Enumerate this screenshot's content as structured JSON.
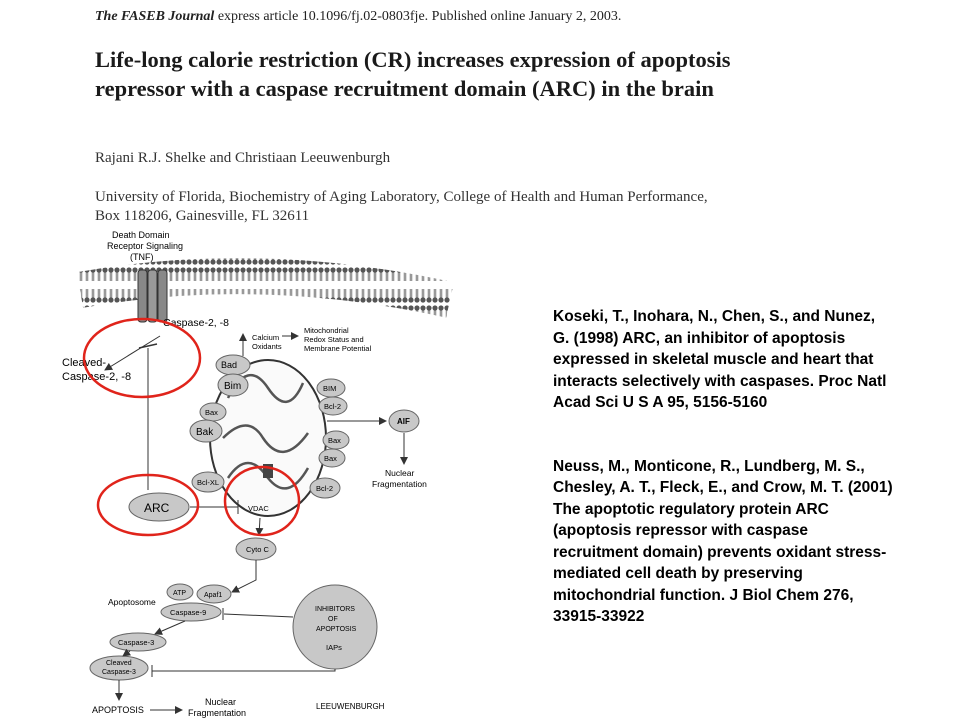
{
  "header": {
    "journal": "The FASEB Journal",
    "rest": " express article 10.1096/fj.02-0803fje. Published online January 2, 2003."
  },
  "title": "Life-long calorie restriction (CR) increases expression of apoptosis repressor with a caspase recruitment domain (ARC) in the brain",
  "authors": "Rajani R.J. Shelke and Christiaan Leeuwenburgh",
  "affiliation": "University of Florida, Biochemistry of Aging Laboratory, College of Health and Human Performance, Box 118206, Gainesville, FL 32611",
  "diagram": {
    "receptor_l1": "Death Domain",
    "receptor_l2": "Receptor Signaling",
    "receptor_l3": "(TNF)",
    "caspase2": "Caspase-2, -8",
    "cleaved_l1": "Cleaved-",
    "cleaved_l2": "Caspase-2, -8",
    "calcium_l1": "Calcium",
    "calcium_l2": "Oxidants",
    "mito_l1": "Mitochondrial",
    "mito_l2": "Redox Status and",
    "mito_l3": "Membrane Potential",
    "bad": "Bad",
    "bim_left": "Bim",
    "bim_right": "BIM",
    "bax1": "Bax",
    "bak": "Bak",
    "bcl2_top": "Bcl-2",
    "bax2": "Bax",
    "bax3": "Bax",
    "aif": "AIF",
    "nuclear1_l1": "Nuclear",
    "nuclear1_l2": "Fragmentation",
    "bclxl": "Bcl-XL",
    "bcl2_bottom": "Bcl-2",
    "arc": "ARC",
    "vdac": "VDAC",
    "cytoc": "Cyto C",
    "atp": "ATP",
    "apaf1": "Apaf1",
    "apoptosome": "Apoptosome",
    "caspase9": "Caspase-9",
    "inhib_l1": "INHIBITORS",
    "inhib_l2": "OF",
    "inhib_l3": "APOPTOSIS",
    "inhib_l4": "IAPs",
    "caspase3": "Caspase-3",
    "cleaved3_l1": "Cleaved",
    "cleaved3_l2": "Caspase-3",
    "apoptosis": "APOPTOSIS",
    "nuclear2_l1": "Nuclear",
    "nuclear2_l2": "Fragmentation",
    "credit": "LEEUWENBURGH"
  },
  "references": [
    "Koseki, T., Inohara, N., Chen, S., and Nunez, G. (1998) ARC, an inhibitor of apoptosis expressed in skeletal muscle and heart that interacts selectively with caspases. Proc Natl Acad Sci U S A 95, 5156-5160",
    "Neuss, M., Monticone, R., Lundberg, M. S., Chesley, A. T., Fleck, E., and Crow, M. T. (2001) The apoptotic regulatory protein ARC (apoptosis repressor with caspase recruitment domain) prevents oxidant stress-mediated cell death by preserving mitochondrial function. J Biol Chem 276, 33915-33922"
  ],
  "colors": {
    "highlight_circle": "#e0241b",
    "protein_fill": "#c8c8c8",
    "text": "#000000"
  }
}
